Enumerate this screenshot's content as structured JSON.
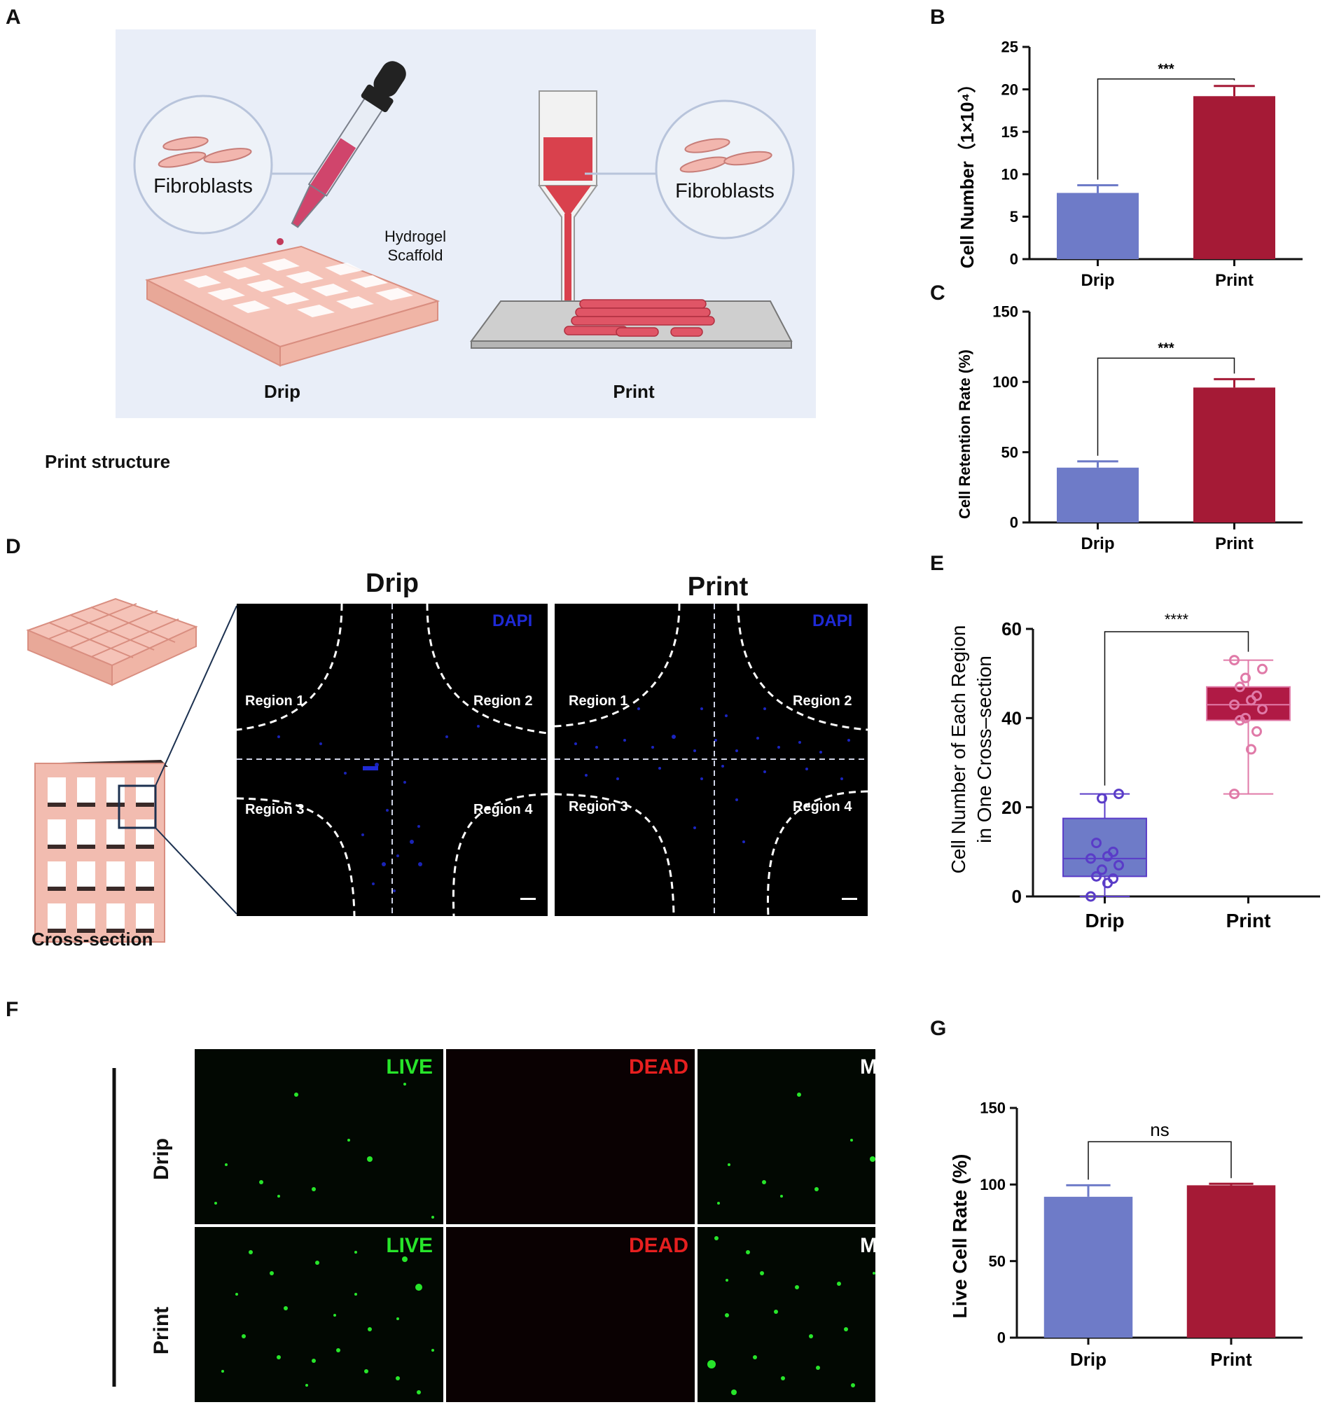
{
  "panels": {
    "a": {
      "letter": "A",
      "circle_left_label": "Fibroblasts",
      "circle_right_label": "Fibroblasts",
      "hydrogel_label_line1": "Hydrogel",
      "hydrogel_label_line2": "Scaffold",
      "drip_label": "Drip",
      "print_label": "Print",
      "caption": "Print structure"
    },
    "b": {
      "letter": "B"
    },
    "c": {
      "letter": "C"
    },
    "d": {
      "letter": "D",
      "cross_section_label": "Cross-section",
      "drip_title": "Drip",
      "print_title": "Print",
      "stain": "DAPI",
      "regions": [
        "Region 1",
        "Region 2",
        "Region 3",
        "Region 4"
      ]
    },
    "e": {
      "letter": "E"
    },
    "f": {
      "letter": "F",
      "row_labels": [
        "Drip",
        "Print"
      ],
      "col_labels": [
        "LIVE",
        "DEAD",
        "MERGE"
      ]
    },
    "g": {
      "letter": "G"
    }
  },
  "colors": {
    "drip": "#6e7bc8",
    "print": "#a51a36",
    "e_drip_fill": "#6e7bc8",
    "e_drip_point": "#5a3cc8",
    "e_print_fill": "#b01a45",
    "e_print_point": "#e07aa8",
    "live": "#27e52a",
    "dead": "#e61f1f",
    "merge": "#ffffff",
    "dapi": "#1f2ad6"
  },
  "chart_data": [
    {
      "id": "B",
      "type": "bar",
      "categories": [
        "Drip",
        "Print"
      ],
      "values": [
        7.8,
        19.2
      ],
      "errors": [
        0.9,
        1.2
      ],
      "ylabel": "Cell Number（1×10⁴）",
      "ylim": [
        0,
        25
      ],
      "yticks": [
        0,
        5,
        10,
        15,
        20,
        25
      ],
      "significance": "***"
    },
    {
      "id": "C",
      "type": "bar",
      "categories": [
        "Drip",
        "Print"
      ],
      "values": [
        39,
        96
      ],
      "errors": [
        4.5,
        6
      ],
      "ylabel": "Cell Retention Rate (%)",
      "ylim": [
        0,
        150
      ],
      "yticks": [
        0,
        50,
        100,
        150
      ],
      "significance": "***"
    },
    {
      "id": "E",
      "type": "box",
      "categories": [
        "Drip",
        "Print"
      ],
      "ylabel_line1": "Cell Number of Each Region",
      "ylabel_line2": "in One Cross–section",
      "ylim": [
        0,
        60
      ],
      "yticks": [
        0,
        20,
        40,
        60
      ],
      "significance": "****",
      "boxes": [
        {
          "min": 0,
          "q1": 4.5,
          "median": 8.5,
          "q3": 17.5,
          "max": 23,
          "points": [
            0,
            3,
            4,
            4.5,
            6,
            7,
            8.5,
            9,
            10,
            12,
            22,
            23
          ]
        },
        {
          "min": 23,
          "q1": 39.5,
          "median": 43,
          "q3": 47,
          "max": 53,
          "points": [
            23,
            33,
            37,
            39.5,
            40,
            42,
            43,
            44,
            45,
            47,
            49,
            51,
            53
          ]
        }
      ]
    },
    {
      "id": "G",
      "type": "bar",
      "categories": [
        "Drip",
        "Print"
      ],
      "values": [
        92,
        99.5
      ],
      "errors": [
        7.5,
        1
      ],
      "ylabel": "Live Cell Rate (%)",
      "ylim": [
        0,
        150
      ],
      "yticks": [
        0,
        50,
        100,
        150
      ],
      "significance": "ns"
    }
  ]
}
